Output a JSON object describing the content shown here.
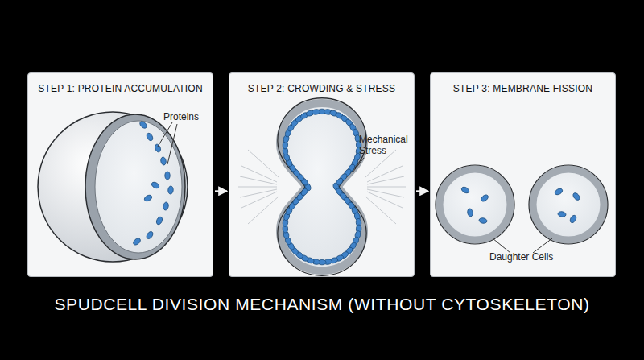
{
  "diagram": {
    "title": "SPUDCELL DIVISION MECHANISM (WITHOUT CYTOSKELETON)",
    "nodes": [
      {
        "text": [
          "STEP 1: PROTEIN ACCUMULATION"
        ]
      },
      {
        "text": [
          "STEP 2: CROWDING & STRESS"
        ]
      },
      {
        "text": [
          "STEP 3: MEMBRANE FISSION"
        ]
      }
    ],
    "edges": [
      {
        "from": 0,
        "to": 1,
        "arrow": "to"
      },
      {
        "from": 1,
        "to": 2,
        "arrow": "to"
      }
    ],
    "labels": [
      "Proteins",
      "Mechanical Stress",
      "Daughter Cells"
    ]
  }
}
